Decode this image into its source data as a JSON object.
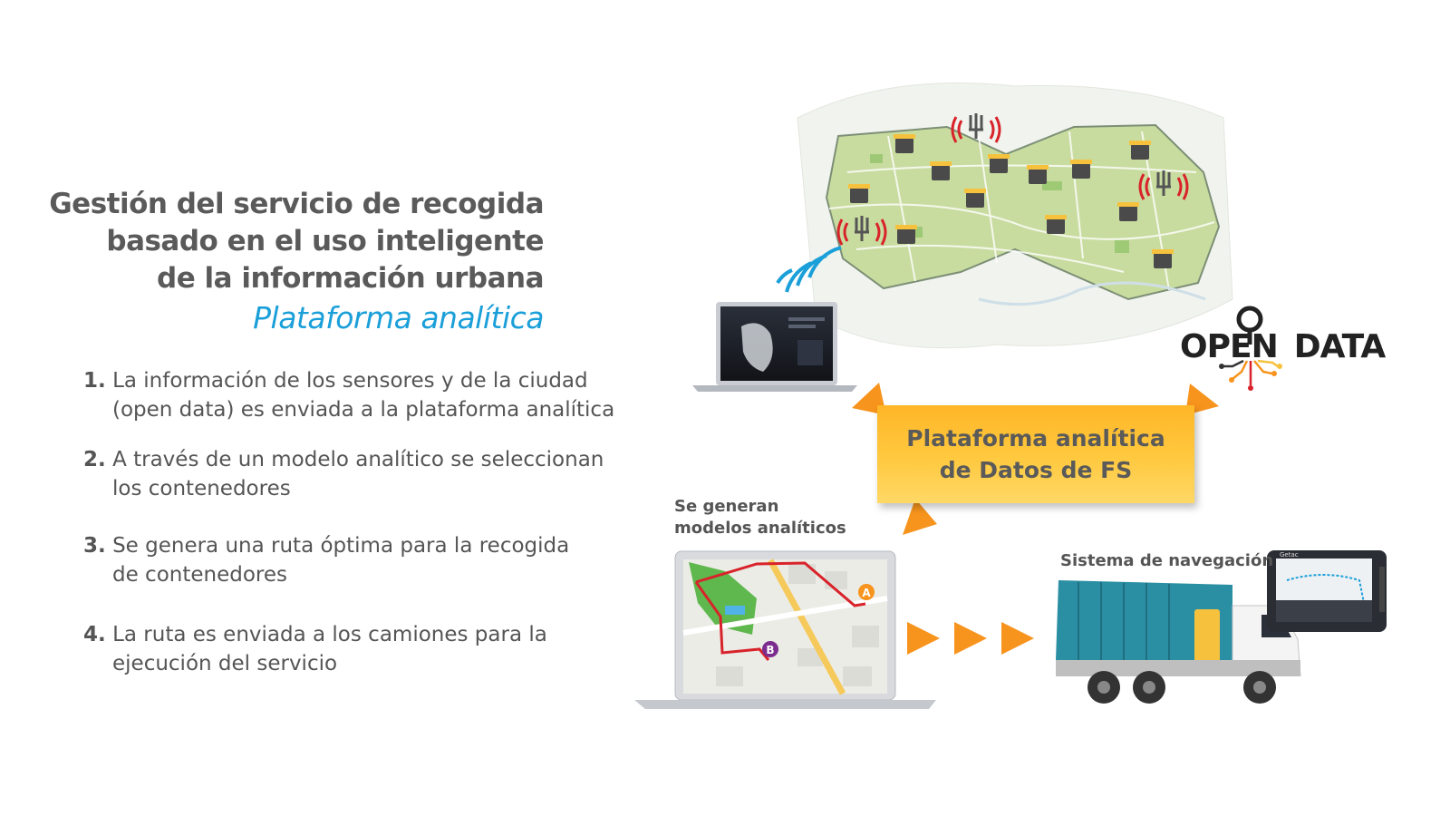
{
  "title": {
    "lines": [
      "Gestión del servicio de recogida",
      "basado en el uso inteligente",
      "de la información urbana"
    ],
    "subtitle": "Plataforma analítica"
  },
  "steps": [
    {
      "num": "1.",
      "line1": "La información de los sensores y de la ciudad",
      "line2": "(open data) es enviada a la plataforma analítica"
    },
    {
      "num": "2.",
      "line1": "A través de un modelo analítico se seleccionan",
      "line2": "los contenedores"
    },
    {
      "num": "3.",
      "line1": "Se genera una ruta óptima para la recogida",
      "line2": "de contenedores"
    },
    {
      "num": "4.",
      "line1": "La ruta es enviada a los camiones para la",
      "line2": "ejecución del servicio"
    }
  ],
  "diagram": {
    "platform": {
      "line1": "Plataforma analítica",
      "line2": "de Datos de FS"
    },
    "models_label": {
      "line1": "Se generan",
      "line2": "modelos analíticos"
    },
    "navigation_label": "Sistema de navegación",
    "open_data": {
      "left": "OPEN",
      "right": "DATA"
    },
    "map_markers": {
      "a": "A",
      "b": "B"
    },
    "tablet_brand": "Getac",
    "colors": {
      "accent_orange": "#f7941d",
      "platform_yellow": "#ffc940",
      "title_grey": "#5a5a5a",
      "subtitle_blue": "#1a9fd9",
      "truck_teal": "#2b8fa3",
      "map_green": "#c9dca0",
      "sensor_red": "#d8232a",
      "wifi_blue": "#1a9fd9"
    }
  }
}
